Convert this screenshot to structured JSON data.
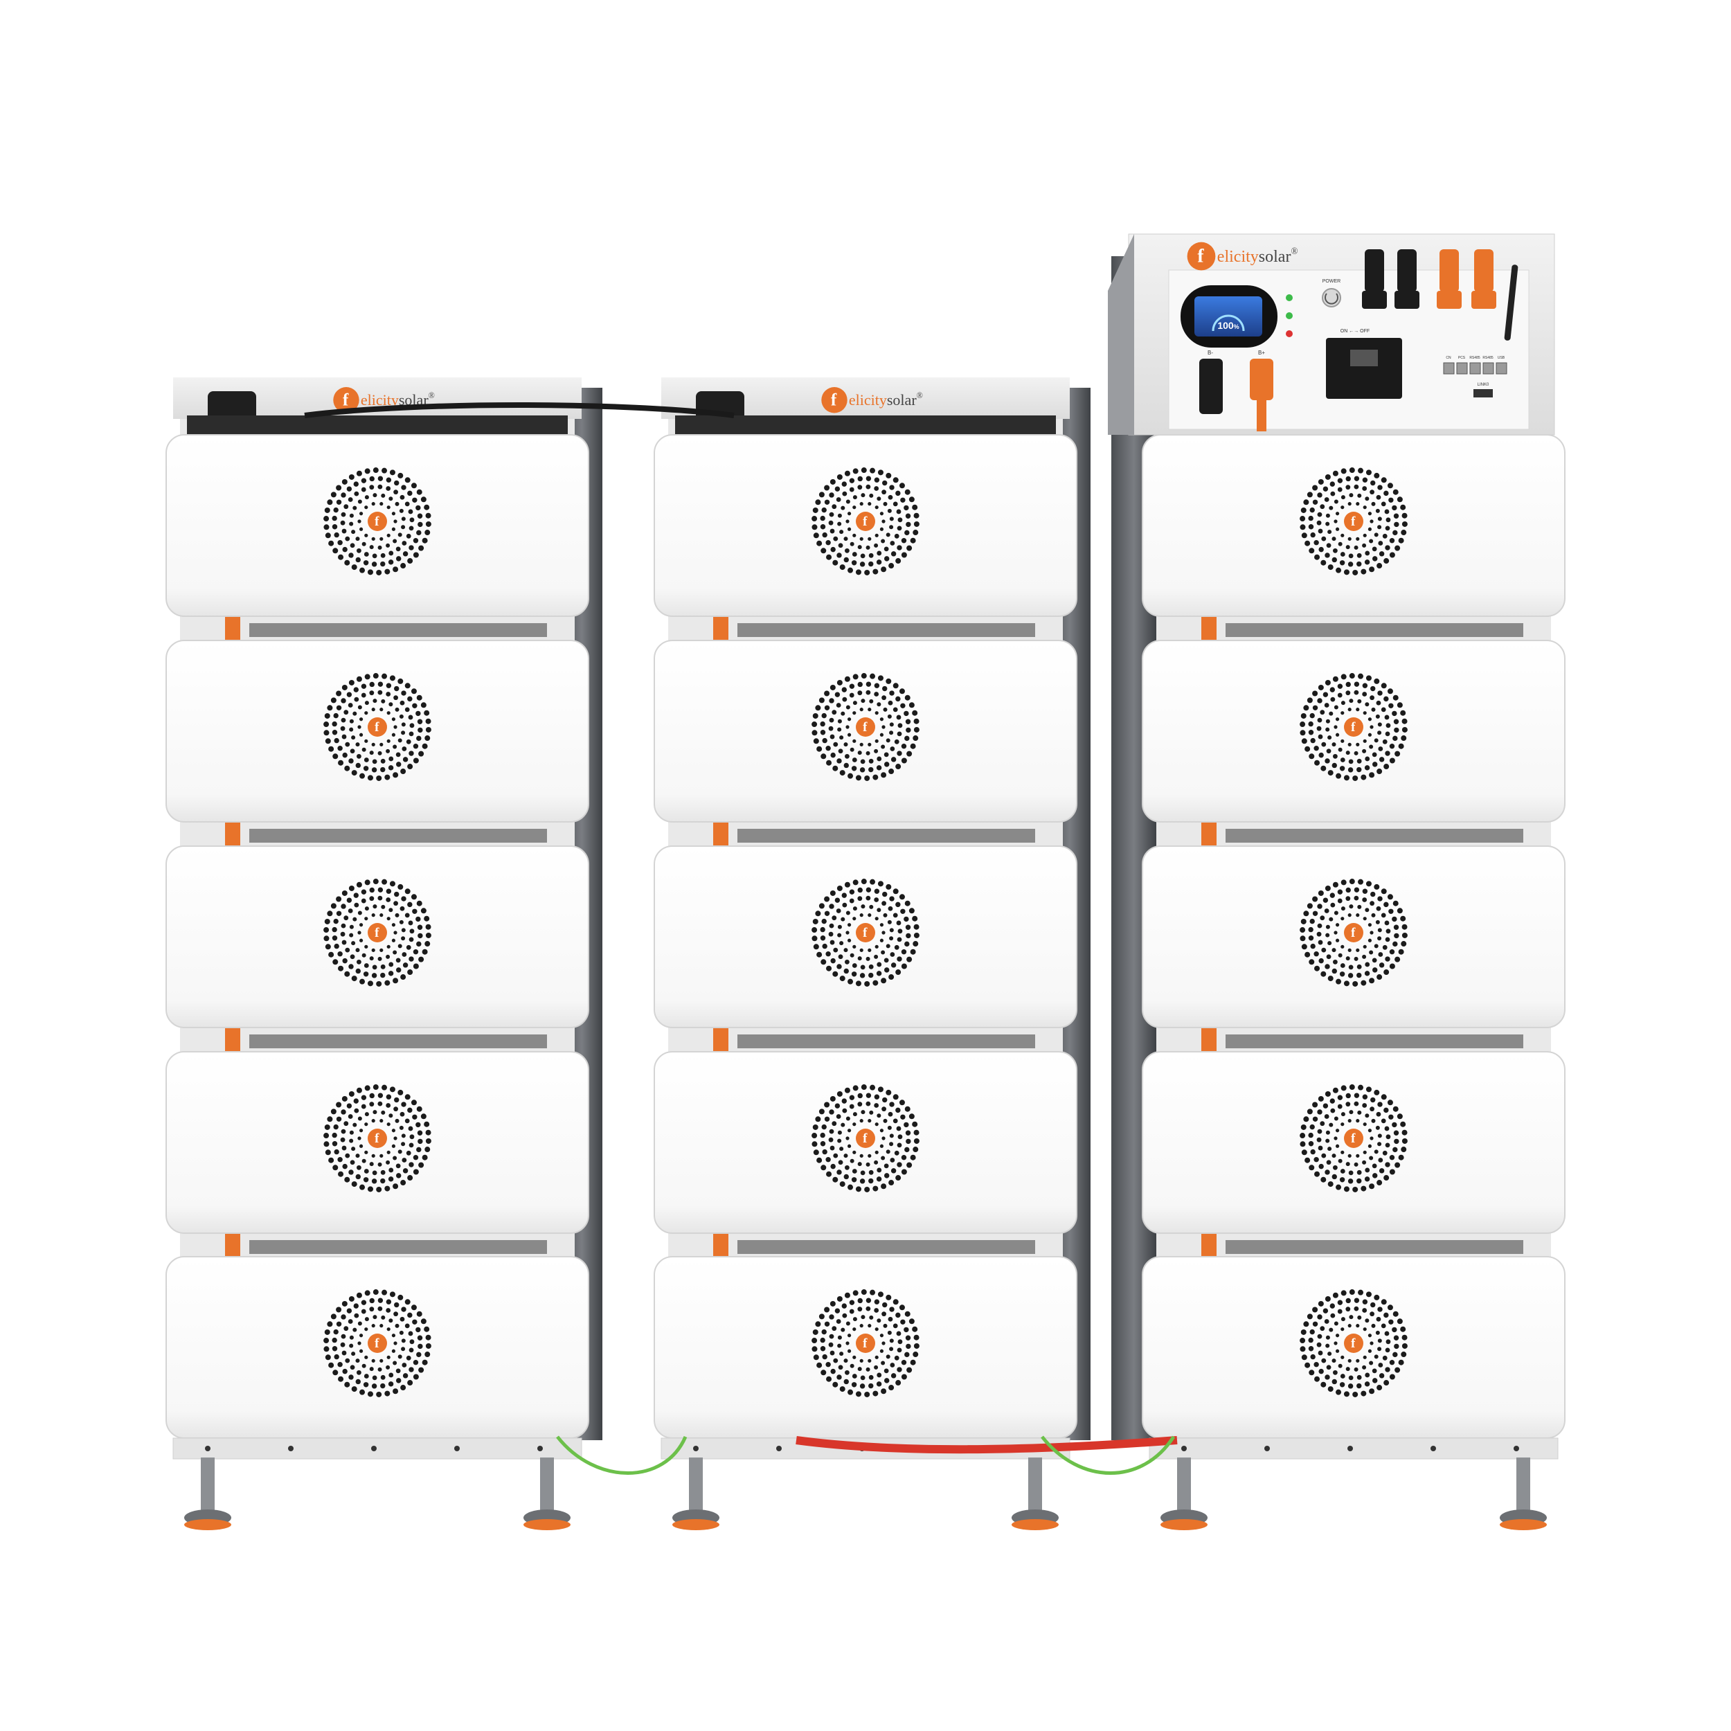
{
  "brand": {
    "name_prefix": "elicity",
    "name_suffix": "solar",
    "registered": "®",
    "logo_letter": "f"
  },
  "control_panel": {
    "power_label": "POWER",
    "on_label": "ON",
    "off_label": "OFF",
    "bminus_label": "B-",
    "bplus_label": "B+",
    "lcd_value": "100",
    "lcd_unit": "%",
    "link_label": "LINK0",
    "port_labels": [
      "CN",
      "PCS",
      "RS485",
      "RS485",
      "USB"
    ]
  },
  "colors": {
    "accent_orange": "#e8732a",
    "battery_white": "#ffffff",
    "frame_gray": "#6b6e72",
    "cable_red": "#d8362a",
    "cable_green": "#6cc04a",
    "lcd_blue": "#2a63c9"
  },
  "layout_counts": {
    "towers": 3,
    "modules_per_tower": 5
  }
}
